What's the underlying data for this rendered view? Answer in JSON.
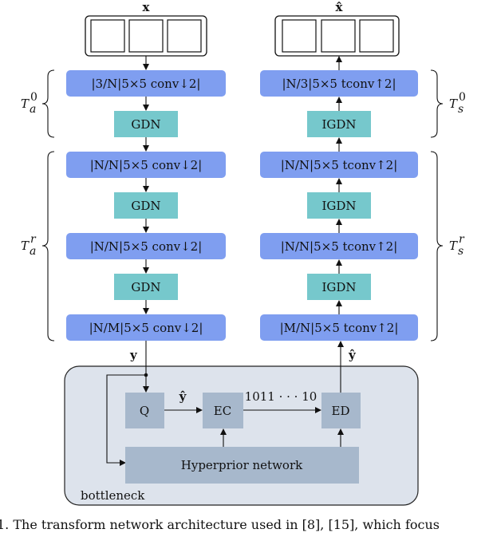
{
  "inputs": {
    "x": "x",
    "x_hat": "x̂"
  },
  "analysis": {
    "blocks": [
      "|3/N|5×5 conv↓2|",
      "GDN",
      "|N/N|5×5 conv↓2|",
      "GDN",
      "|N/N|5×5 conv↓2|",
      "GDN",
      "|N/M|5×5 conv↓2|"
    ],
    "label_t0": "T",
    "label_t0_sup": "0",
    "label_t0_sub": "a",
    "label_tr": "T",
    "label_tr_sup": "r",
    "label_tr_sub": "a"
  },
  "synthesis": {
    "blocks": [
      "|N/3|5×5 tconv↑2|",
      "IGDN",
      "|N/N|5×5 tconv↑2|",
      "IGDN",
      "|N/N|5×5 tconv↑2|",
      "IGDN",
      "|M/N|5×5 tconv↑2|"
    ],
    "label_t0": "T",
    "label_t0_sup": "0",
    "label_t0_sub": "s",
    "label_tr": "T",
    "label_tr_sup": "r",
    "label_tr_sub": "s"
  },
  "bottleneck": {
    "y": "y",
    "y_hat": "ŷ",
    "y_hat_2": "ŷ",
    "q": "Q",
    "ec": "EC",
    "ed": "ED",
    "bits": "1011 · · · 10",
    "hyperprior": "Hyperprior network",
    "label": "bottleneck"
  },
  "caption": "1.   The transform network architecture used in [8], [15], which focus"
}
